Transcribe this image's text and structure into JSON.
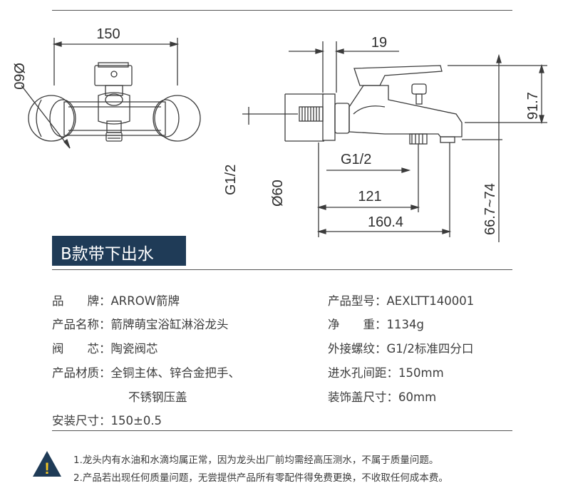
{
  "drawing": {
    "dims": {
      "width_150": "150",
      "dia_60_left": "Ø60",
      "d_19": "19",
      "h_917": "91.7",
      "g12_side": "G1/2",
      "g12_bottom": "G1/2",
      "dia_60_side": "Ø60",
      "d_121": "121",
      "d_1604": "160.4",
      "h_range": "66.7~74"
    }
  },
  "section_title": "B款带下出水",
  "specs_left": [
    {
      "label": "品　　牌：",
      "value": "ARROW箭牌"
    },
    {
      "label": "产品名称：",
      "value": "箭牌萌宝浴缸淋浴龙头"
    },
    {
      "label": "阀　　芯：",
      "value": "陶瓷阀芯"
    },
    {
      "label": "产品材质：",
      "value": "全铜主体、锌合金把手、"
    },
    {
      "label": "",
      "value": "不锈钢压盖"
    },
    {
      "label": "安装尺寸：",
      "value": "150±0.5"
    }
  ],
  "specs_right": [
    {
      "label": "产品型号：",
      "value": "AEXLTT140001"
    },
    {
      "label": "净　　重：",
      "value": "1134g"
    },
    {
      "label": "外接螺纹：",
      "value": "G1/2标准四分口"
    },
    {
      "label": "进水孔间距：",
      "value": "150mm"
    },
    {
      "label": "装饰盖尺寸：",
      "value": "60mm"
    }
  ],
  "notes": [
    "1.龙头内有水油和水滴均属正常，因为龙头出厂前均需经高压测水，不属于质量问题。",
    "2.产品若出现任何质量问题，无尝提供产品所有零配件得免费更换，不收取任何成本费。"
  ],
  "colors": {
    "title_bg": "#1f3b57",
    "warning_bg": "#1f3b57",
    "warning_fg": "#f3c623"
  },
  "icons": {
    "warning": "warning-triangle-icon"
  }
}
